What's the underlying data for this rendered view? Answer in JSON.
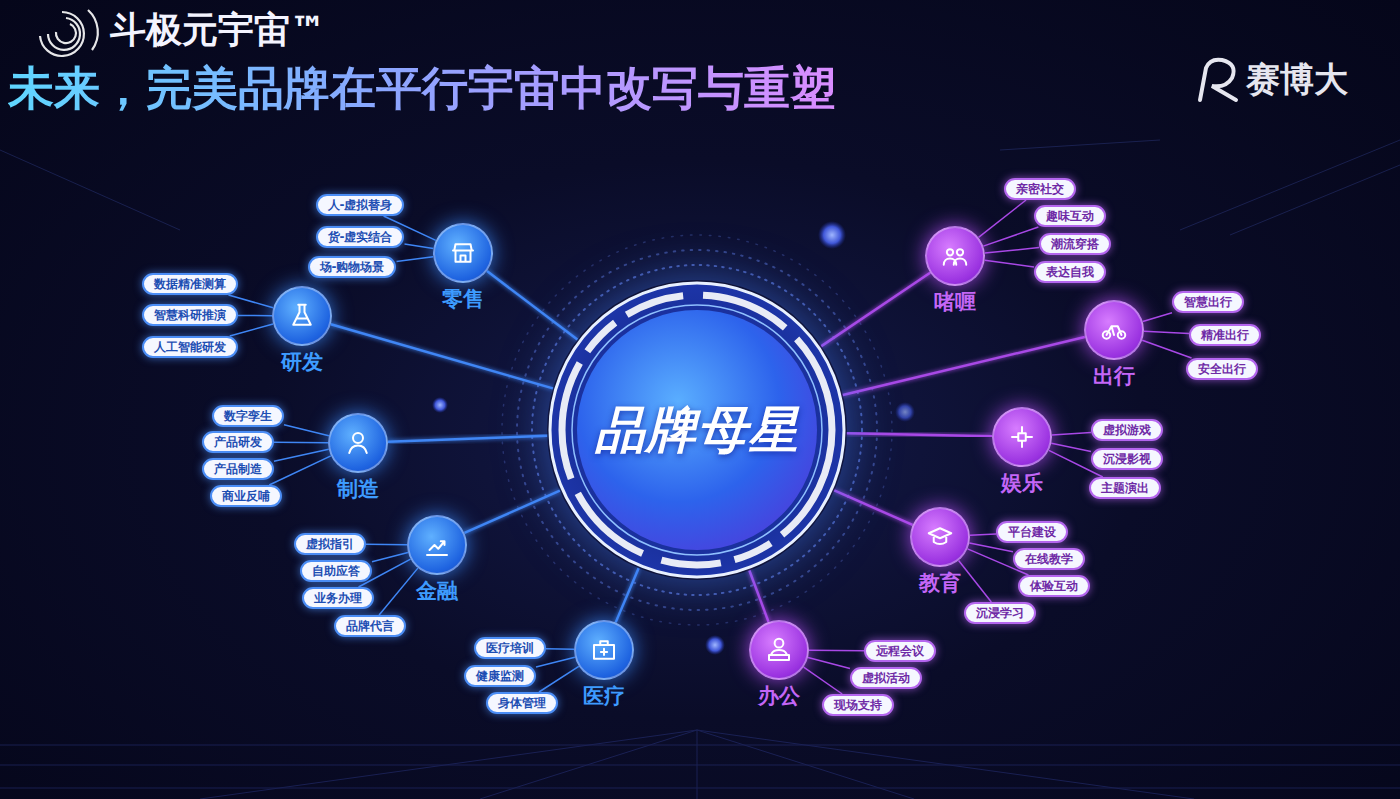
{
  "diagram": {
    "title": "未来，完美品牌在平行宇宙中改写与重塑",
    "nodes": [
      {
        "text": [
          "品牌母星"
        ]
      },
      {
        "text": [
          "零售"
        ]
      },
      {
        "text": [
          "人-虚拟替身"
        ]
      },
      {
        "text": [
          "货-虚实结合"
        ]
      },
      {
        "text": [
          "场-购物场景"
        ]
      },
      {
        "text": [
          "研发"
        ]
      },
      {
        "text": [
          "数据精准测算"
        ]
      },
      {
        "text": [
          "智慧科研推演"
        ]
      },
      {
        "text": [
          "人工智能研发"
        ]
      },
      {
        "text": [
          "制造"
        ]
      },
      {
        "text": [
          "数字孪生"
        ]
      },
      {
        "text": [
          "产品研发"
        ]
      },
      {
        "text": [
          "产品制造"
        ]
      },
      {
        "text": [
          "商业反哺"
        ]
      },
      {
        "text": [
          "金融"
        ]
      },
      {
        "text": [
          "虚拟指引"
        ]
      },
      {
        "text": [
          "自助应答"
        ]
      },
      {
        "text": [
          "业务办理"
        ]
      },
      {
        "text": [
          "品牌代言"
        ]
      },
      {
        "text": [
          "医疗"
        ]
      },
      {
        "text": [
          "医疗培训"
        ]
      },
      {
        "text": [
          "健康监测"
        ]
      },
      {
        "text": [
          "身体管理"
        ]
      },
      {
        "text": [
          "办公"
        ]
      },
      {
        "text": [
          "远程会议"
        ]
      },
      {
        "text": [
          "虚拟活动"
        ]
      },
      {
        "text": [
          "现场支持"
        ]
      },
      {
        "text": [
          "教育"
        ]
      },
      {
        "text": [
          "平台建设"
        ]
      },
      {
        "text": [
          "在线教学"
        ]
      },
      {
        "text": [
          "体验互动"
        ]
      },
      {
        "text": [
          "沉浸学习"
        ]
      },
      {
        "text": [
          "娱乐"
        ]
      },
      {
        "text": [
          "虚拟游戏"
        ]
      },
      {
        "text": [
          "沉浸影视"
        ]
      },
      {
        "text": [
          "主题演出"
        ]
      },
      {
        "text": [
          "出行"
        ]
      },
      {
        "text": [
          "智慧出行"
        ]
      },
      {
        "text": [
          "精准出行"
        ]
      },
      {
        "text": [
          "安全出行"
        ]
      },
      {
        "text": [
          "啫喱"
        ]
      },
      {
        "text": [
          "亲密社交"
        ]
      },
      {
        "text": [
          "趣味互动"
        ]
      },
      {
        "text": [
          "潮流穿搭"
        ]
      },
      {
        "text": [
          "表达自我"
        ]
      }
    ],
    "edges": [
      {
        "from": 0,
        "to": 1,
        "arrow": "none"
      },
      {
        "from": 0,
        "to": 5,
        "arrow": "none"
      },
      {
        "from": 0,
        "to": 9,
        "arrow": "none"
      },
      {
        "from": 0,
        "to": 14,
        "arrow": "none"
      },
      {
        "from": 0,
        "to": 19,
        "arrow": "none"
      },
      {
        "from": 0,
        "to": 23,
        "arrow": "none"
      },
      {
        "from": 0,
        "to": 27,
        "arrow": "none"
      },
      {
        "from": 0,
        "to": 32,
        "arrow": "none"
      },
      {
        "from": 0,
        "to": 36,
        "arrow": "none"
      },
      {
        "from": 0,
        "to": 40,
        "arrow": "none"
      },
      {
        "from": 1,
        "to": 2,
        "arrow": "none"
      },
      {
        "from": 1,
        "to": 3,
        "arrow": "none"
      },
      {
        "from": 1,
        "to": 4,
        "arrow": "none"
      },
      {
        "from": 5,
        "to": 6,
        "arrow": "none"
      },
      {
        "from": 5,
        "to": 7,
        "arrow": "none"
      },
      {
        "from": 5,
        "to": 8,
        "arrow": "none"
      },
      {
        "from": 9,
        "to": 10,
        "arrow": "none"
      },
      {
        "from": 9,
        "to": 11,
        "arrow": "none"
      },
      {
        "from": 9,
        "to": 12,
        "arrow": "none"
      },
      {
        "from": 9,
        "to": 13,
        "arrow": "none"
      },
      {
        "from": 14,
        "to": 15,
        "arrow": "none"
      },
      {
        "from": 14,
        "to": 16,
        "arrow": "none"
      },
      {
        "from": 14,
        "to": 17,
        "arrow": "none"
      },
      {
        "from": 14,
        "to": 18,
        "arrow": "none"
      },
      {
        "from": 19,
        "to": 20,
        "arrow": "none"
      },
      {
        "from": 19,
        "to": 21,
        "arrow": "none"
      },
      {
        "from": 19,
        "to": 22,
        "arrow": "none"
      },
      {
        "from": 23,
        "to": 24,
        "arrow": "none"
      },
      {
        "from": 23,
        "to": 25,
        "arrow": "none"
      },
      {
        "from": 23,
        "to": 26,
        "arrow": "none"
      },
      {
        "from": 27,
        "to": 28,
        "arrow": "none"
      },
      {
        "from": 27,
        "to": 29,
        "arrow": "none"
      },
      {
        "from": 27,
        "to": 30,
        "arrow": "none"
      },
      {
        "from": 27,
        "to": 31,
        "arrow": "none"
      },
      {
        "from": 32,
        "to": 33,
        "arrow": "none"
      },
      {
        "from": 32,
        "to": 34,
        "arrow": "none"
      },
      {
        "from": 32,
        "to": 35,
        "arrow": "none"
      },
      {
        "from": 36,
        "to": 37,
        "arrow": "none"
      },
      {
        "from": 36,
        "to": 38,
        "arrow": "none"
      },
      {
        "from": 36,
        "to": 39,
        "arrow": "none"
      },
      {
        "from": 40,
        "to": 41,
        "arrow": "none"
      },
      {
        "from": 40,
        "to": 42,
        "arrow": "none"
      },
      {
        "from": 40,
        "to": 43,
        "arrow": "none"
      },
      {
        "from": 40,
        "to": 44,
        "arrow": "none"
      }
    ],
    "labels": [
      "斗极元宇宙™",
      "赛博大"
    ]
  }
}
